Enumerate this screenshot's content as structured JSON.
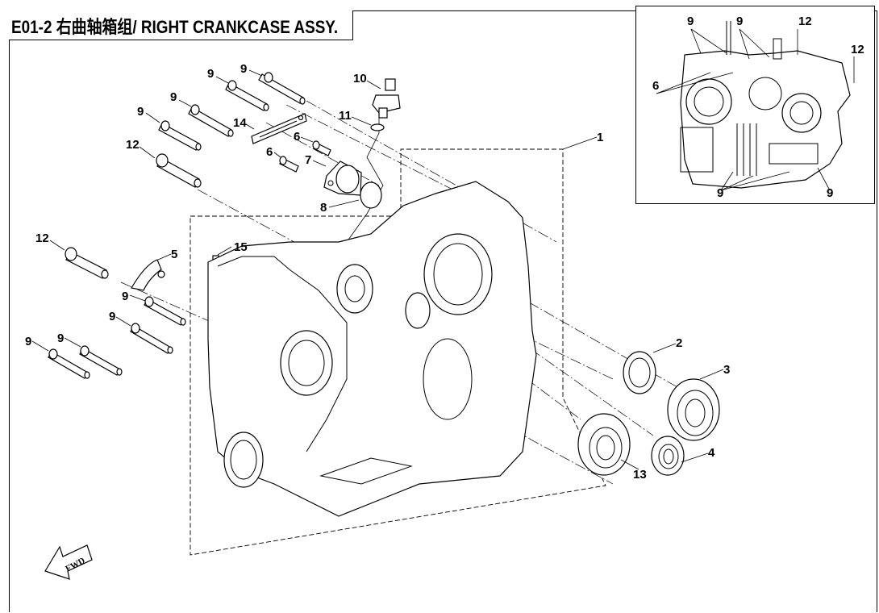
{
  "diagram": {
    "code": "E01-2",
    "title": "E01-2 右曲轴箱组/ RIGHT CRANKCASE ASSY.",
    "title_cn": "右曲轴箱组",
    "title_en": "RIGHT CRANKCASE ASSY.",
    "direction_indicator": "FWD",
    "callouts": [
      {
        "id": "c9a",
        "label": "9",
        "part": "bolt"
      },
      {
        "id": "c9b",
        "label": "9",
        "part": "bolt"
      },
      {
        "id": "c9c",
        "label": "9",
        "part": "bolt"
      },
      {
        "id": "c9d",
        "label": "9",
        "part": "bolt"
      },
      {
        "id": "c12a",
        "label": "12",
        "part": "bolt"
      },
      {
        "id": "c14",
        "label": "14",
        "part": "plate"
      },
      {
        "id": "c10",
        "label": "10",
        "part": "sensor"
      },
      {
        "id": "c11",
        "label": "11",
        "part": "washer"
      },
      {
        "id": "c6a",
        "label": "6",
        "part": "bolt"
      },
      {
        "id": "c6b",
        "label": "6",
        "part": "bolt"
      },
      {
        "id": "c7",
        "label": "7",
        "part": "cover"
      },
      {
        "id": "c8",
        "label": "8",
        "part": "o-ring"
      },
      {
        "id": "c1",
        "label": "1",
        "part": "right crankcase"
      },
      {
        "id": "c12b",
        "label": "12",
        "part": "bolt"
      },
      {
        "id": "c5",
        "label": "5",
        "part": "bracket"
      },
      {
        "id": "c15",
        "label": "15",
        "part": "dowel pin"
      },
      {
        "id": "c9e",
        "label": "9",
        "part": "bolt"
      },
      {
        "id": "c9f",
        "label": "9",
        "part": "bolt"
      },
      {
        "id": "c9g",
        "label": "9",
        "part": "bolt"
      },
      {
        "id": "c9h",
        "label": "9",
        "part": "bolt"
      },
      {
        "id": "c2",
        "label": "2",
        "part": "oil seal"
      },
      {
        "id": "c3",
        "label": "3",
        "part": "bearing"
      },
      {
        "id": "c4",
        "label": "4",
        "part": "bearing"
      },
      {
        "id": "c13",
        "label": "13",
        "part": "bearing"
      }
    ],
    "inset_callouts": [
      {
        "label": "9"
      },
      {
        "label": "9"
      },
      {
        "label": "12"
      },
      {
        "label": "12"
      },
      {
        "label": "6"
      },
      {
        "label": "9"
      },
      {
        "label": "9"
      }
    ]
  }
}
